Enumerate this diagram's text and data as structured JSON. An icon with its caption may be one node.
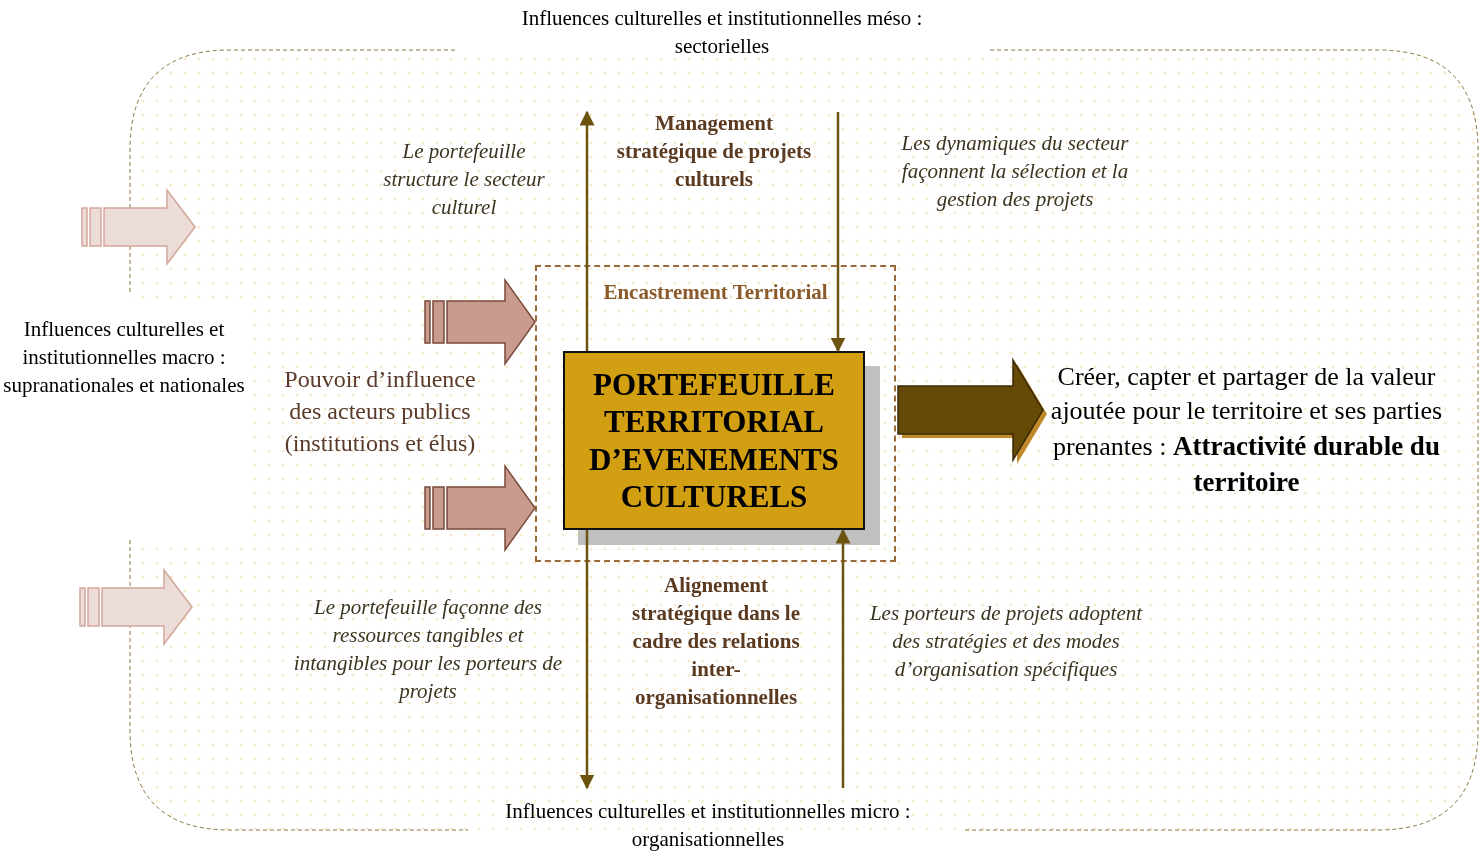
{
  "diagram": {
    "nodes": [
      {
        "text": [
          "Encastrement Territorial"
        ]
      },
      {
        "text": [
          "PORTEFEUILLE TERRITORIAL D’EVENEMENTS CULTURELS"
        ],
        "in": 0
      },
      {
        "text": [
          "Créer, capter et partager de la valeur ajoutée pour le territoire et ses parties prenantes : **Attractivité durable du territoire**"
        ]
      },
      {
        "text": [
          "Influences culturelles et institutionnelles micro : organisationnelles"
        ]
      }
    ],
    "edges": [
      {
        "from": 1,
        "to": null,
        "arrow": "to"
      },
      {
        "from": null,
        "to": 1,
        "arrow": "to"
      },
      {
        "from": 1,
        "to": 3,
        "arrow": "to"
      },
      {
        "from": 3,
        "to": 1,
        "arrow": "to"
      },
      {
        "from": null,
        "to": 0,
        "arrow": "to",
        "style": "thick",
        "color": "#c99b8e"
      },
      {
        "from": null,
        "to": 0,
        "arrow": "to",
        "style": "thick",
        "color": "#c99b8e"
      },
      {
        "from": 0,
        "to": 2,
        "arrow": "to",
        "style": "thick",
        "color": "#654a07"
      }
    ],
    "labels": [
      "Influences culturelles et institutionnelles méso : sectorielles",
      "Le portefeuille structure le secteur culturel",
      "Management stratégique de projets culturels",
      "Les dynamiques du secteur façonnent la sélection et la gestion des projets",
      "Influences culturelles et institutionnelles macro : supranationales et nationales",
      "Pouvoir d’influence des acteurs publics (institutions et élus)",
      "Le portefeuille façonne des ressources tangibles et intangibles pour les porteurs de projets",
      "Alignement stratégique dans le cadre des relations inter-organisationnelles",
      "Les porteurs de projets adoptent des stratégies et des modes d’organisation spécifiques"
    ]
  }
}
